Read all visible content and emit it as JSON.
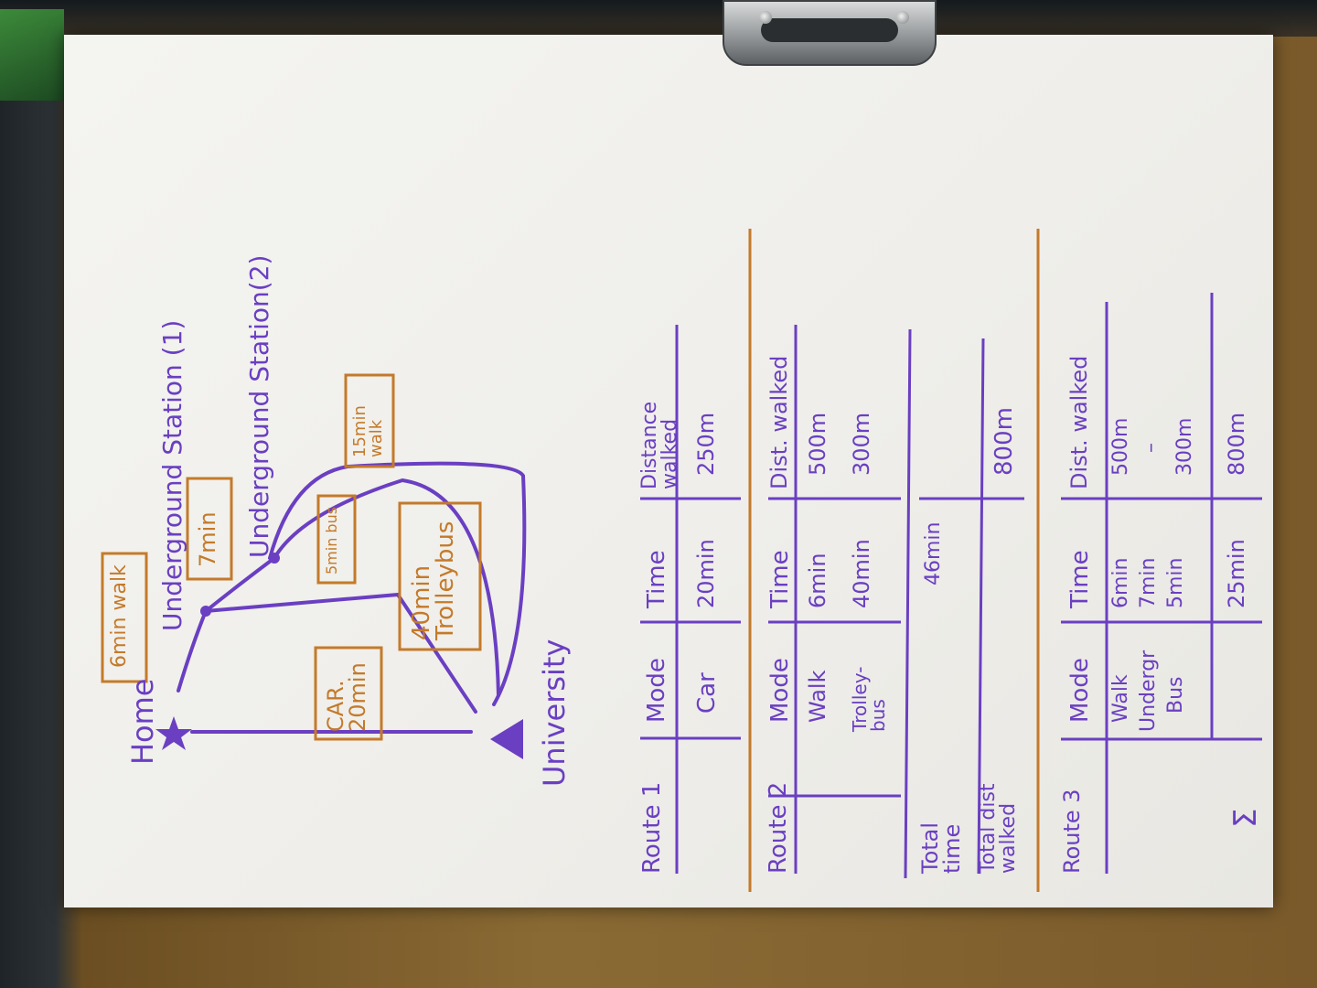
{
  "diagram": {
    "home_label": "Home",
    "university_label": "University",
    "station1_label": "Underground Station (1)",
    "station2_label": "Underground Station(2)",
    "box_walk6": "6min walk",
    "box_7min": "7min",
    "box_bus5": "5min bus",
    "box_walk15": "15min walk",
    "box_car": "CAR. 20min",
    "box_trolley": "40min Trolleybus"
  },
  "route1": {
    "title": "Route 1",
    "headers": [
      "Mode",
      "Time",
      "Distance walked"
    ],
    "row": [
      "Car",
      "20min",
      "250m"
    ]
  },
  "route2": {
    "title": "Route 2",
    "headers": [
      "Mode",
      "Time",
      "Dist. walked"
    ],
    "rows": [
      [
        "Walk",
        "6min",
        "500m"
      ],
      [
        "Trolley-bus",
        "40min",
        "300m"
      ]
    ],
    "total_time_label": "Total time",
    "total_dist_label": "Total dist walked",
    "total_time": "46min",
    "total_dist": "800m"
  },
  "route3": {
    "title": "Route 3",
    "headers": [
      "Mode",
      "Time",
      "Dist. walked"
    ],
    "rows": [
      [
        "Walk",
        "6min",
        "500m"
      ],
      [
        "Undergr",
        "7min",
        "–"
      ],
      [
        "Bus",
        "5min",
        "300m"
      ]
    ],
    "sum_label": "Σ",
    "total_time": "25min",
    "total_dist": "800m"
  },
  "colors": {
    "purple_ink": "#6a3fc2",
    "orange_ink": "#c47a2a",
    "paper": "#f2f1ed"
  }
}
